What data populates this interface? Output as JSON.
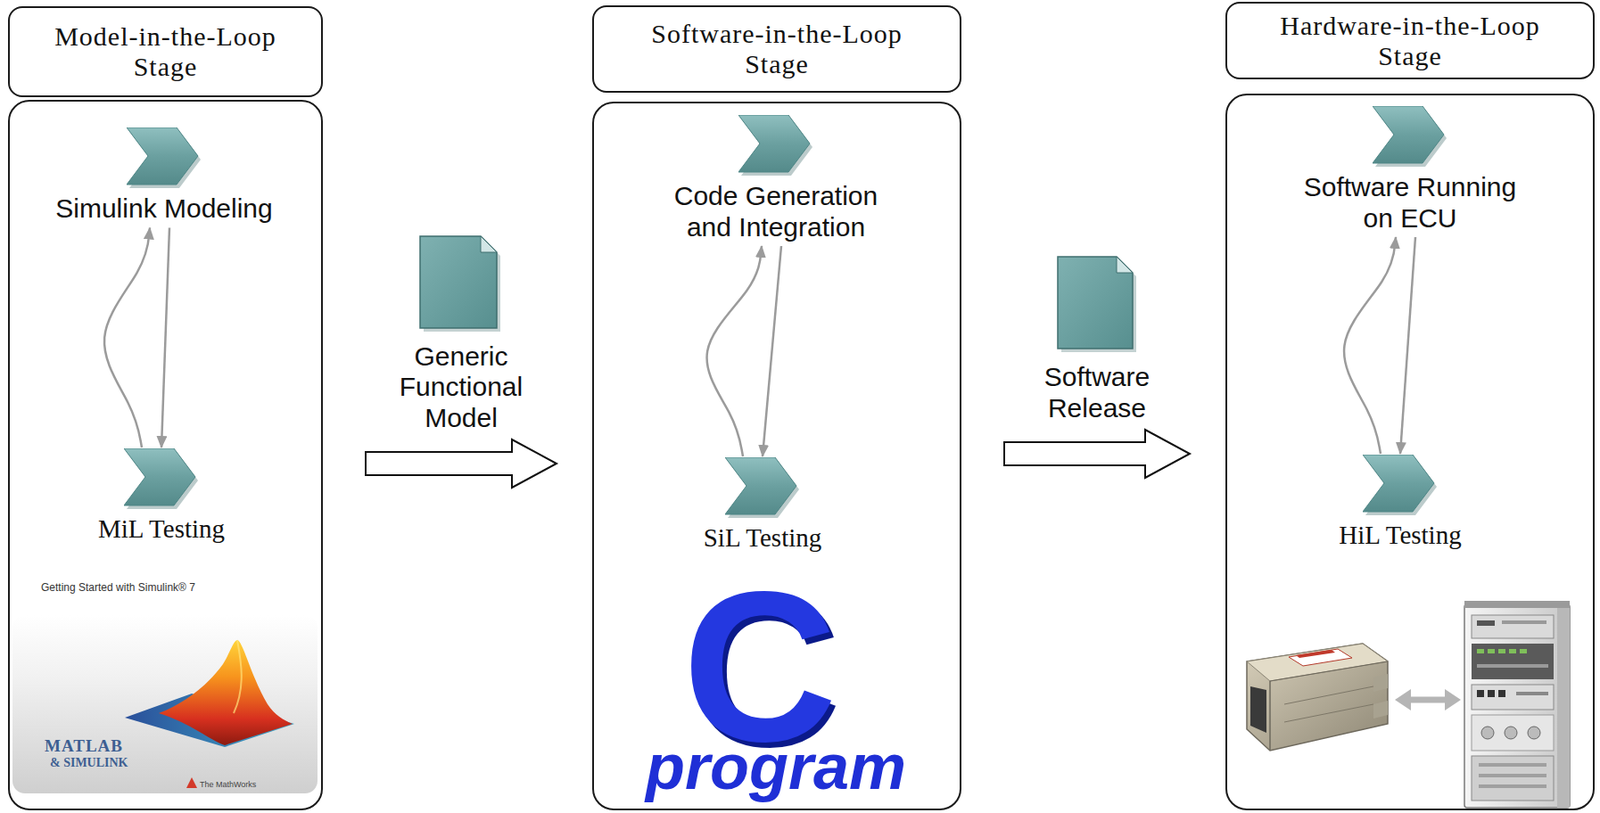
{
  "diagram": {
    "nodes": [
      {
        "text": [
          "Model-in-the-Loop Stage"
        ]
      },
      {
        "text": [
          "Simulink Modeling"
        ],
        "in": 0
      },
      {
        "text": [
          "MiL Testing"
        ],
        "in": 0
      },
      {
        "text": [
          "Software-in-the-Loop Stage"
        ]
      },
      {
        "text": [
          "Code Generation and Integration"
        ],
        "in": 3
      },
      {
        "text": [
          "SiL Testing"
        ],
        "in": 3
      },
      {
        "text": [
          "Hardware-in-the-Loop Stage"
        ]
      },
      {
        "text": [
          "Software Running on ECU"
        ],
        "in": 6
      },
      {
        "text": [
          "HiL Testing"
        ],
        "in": 6
      }
    ],
    "edges": [
      {
        "from": 1,
        "to": 2,
        "arrow": "to"
      },
      {
        "from": 2,
        "to": 1,
        "arrow": "to"
      },
      {
        "from": 0,
        "to": 3,
        "label": "Generic Functional Model",
        "arrow": "to"
      },
      {
        "from": 4,
        "to": 5,
        "arrow": "to"
      },
      {
        "from": 5,
        "to": 4,
        "arrow": "to"
      },
      {
        "from": 3,
        "to": 6,
        "label": "Software Release",
        "arrow": "to"
      },
      {
        "from": 7,
        "to": 8,
        "arrow": "to"
      },
      {
        "from": 8,
        "to": 7,
        "arrow": "to"
      }
    ],
    "labels": [
      "Getting Started with Simulink® 7",
      "MATLAB",
      "& SIMULINK",
      "The MathWorks",
      "C",
      "program"
    ]
  }
}
